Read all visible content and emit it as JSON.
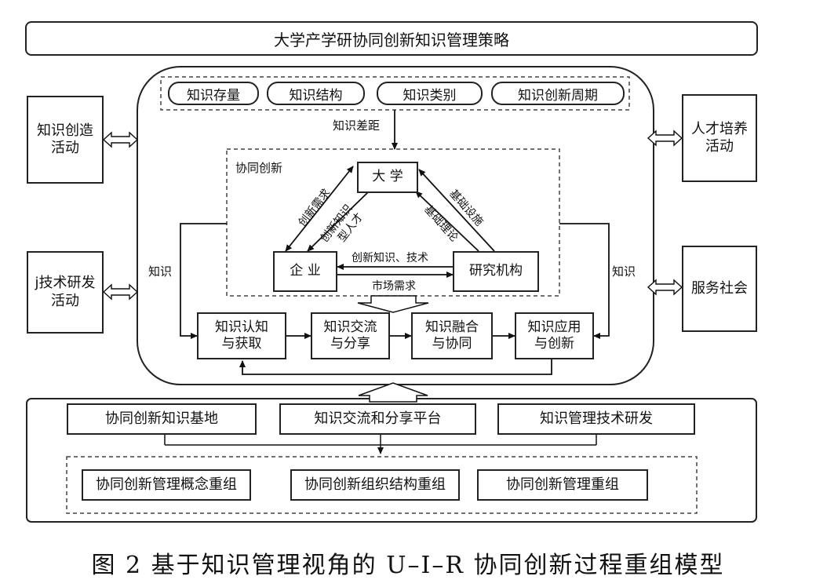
{
  "title": "大学产学研协同创新知识管理策略",
  "knowledge_gap_attrs": [
    "知识存量",
    "知识结构",
    "知识类别",
    "知识创新周期"
  ],
  "knowledge_gap_label": "知识差距",
  "collab_label": "协同创新",
  "nodes": {
    "university": "大 学",
    "enterprise": "企 业",
    "research": "研究机构"
  },
  "edges": {
    "innovation_demand": "创新需求",
    "innovation_knowledge": "创新知识",
    "talent": "型人才",
    "infrastructure": "基础设施",
    "basic_theory": "基础理论",
    "knowledge_tech": "创新知识、技术",
    "market_demand": "市场需求"
  },
  "side_activities": {
    "left_top": "知识创造\n活动",
    "left_bottom": "j技术研发\n活动",
    "right_top": "人才培养\n活动",
    "right_bottom": "服务社会"
  },
  "knowledge_side_label": "知识",
  "process_steps": [
    "知识认知\n与获取",
    "知识交流\n与分享",
    "知识融合\n与协同",
    "知识应用\n与创新"
  ],
  "support_row": [
    "协同创新知识基地",
    "知识交流和分享平台",
    "知识管理技术研发"
  ],
  "reorg_row": [
    "协同创新管理概念重组",
    "协同创新组织结构重组",
    "协同创新管理重组"
  ],
  "caption": "图 2  基于知识管理视角的 U–I–R 协同创新过程重组模型"
}
